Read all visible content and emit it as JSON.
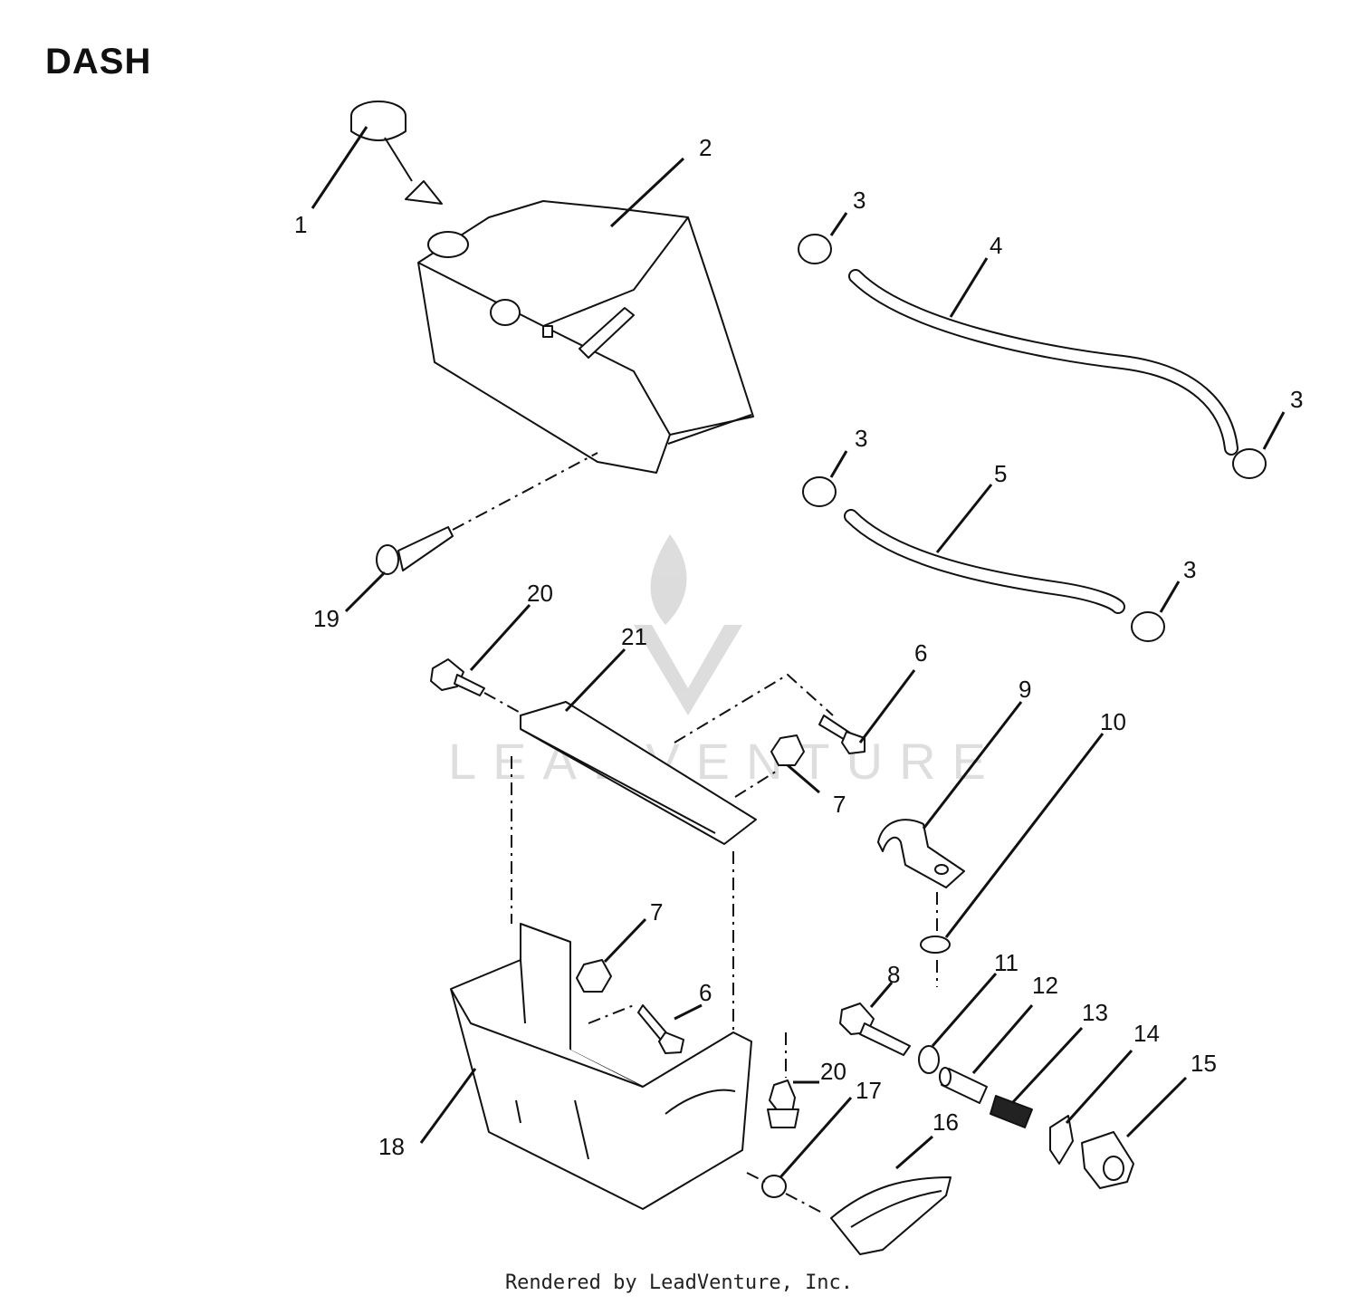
{
  "title": "DASH",
  "footer": "Rendered by LeadVenture, Inc.",
  "watermark": "LEADVENTURE",
  "callouts": {
    "c1": "1",
    "c2": "2",
    "c3a": "3",
    "c3b": "3",
    "c3c": "3",
    "c3d": "3",
    "c4": "4",
    "c5": "5",
    "c6a": "6",
    "c6b": "6",
    "c7a": "7",
    "c7b": "7",
    "c8": "8",
    "c9": "9",
    "c10": "10",
    "c11": "11",
    "c12": "12",
    "c13": "13",
    "c14": "14",
    "c15": "15",
    "c16": "16",
    "c17": "17",
    "c18": "18",
    "c19": "19",
    "c20a": "20",
    "c20b": "20",
    "c21": "21"
  },
  "colors": {
    "ink": "#111111",
    "paper": "#ffffff",
    "watermark": "#d9d9d9"
  }
}
